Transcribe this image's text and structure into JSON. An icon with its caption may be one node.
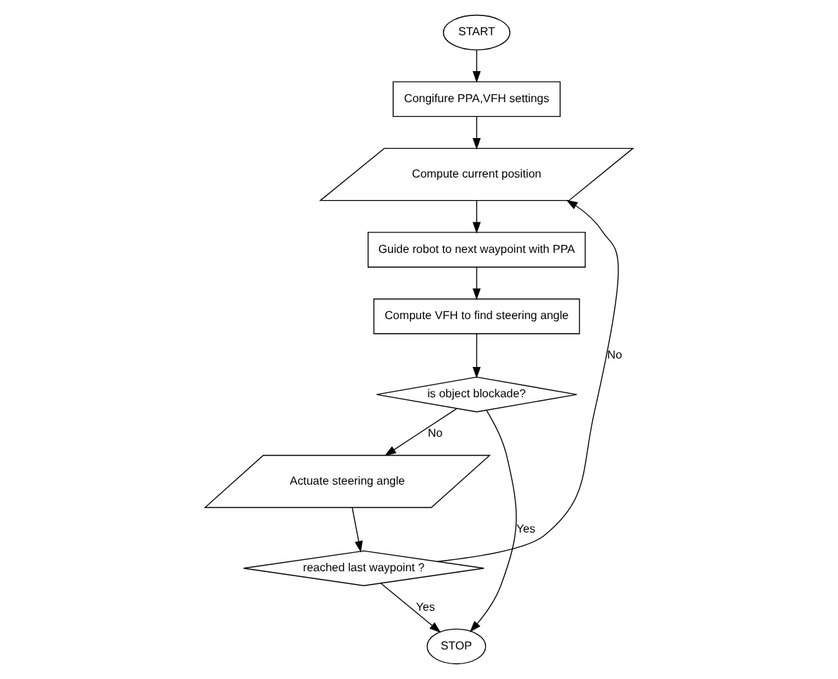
{
  "diagram": {
    "nodes": [
      {
        "text": [
          "START"
        ]
      },
      {
        "text": [
          "Congifure PPA,VFH settings"
        ]
      },
      {
        "text": [
          "Compute current position"
        ]
      },
      {
        "text": [
          "Guide robot to next waypoint with PPA"
        ]
      },
      {
        "text": [
          "Compute VFH to find steering angle"
        ]
      },
      {
        "text": [
          "is object blockade?"
        ]
      },
      {
        "text": [
          "Actuate steering angle"
        ]
      },
      {
        "text": [
          "reached last waypoint ?"
        ]
      },
      {
        "text": [
          "STOP"
        ]
      }
    ],
    "edges": [
      {
        "from": 0,
        "to": 1,
        "arrow": "to"
      },
      {
        "from": 1,
        "to": 2,
        "arrow": "to"
      },
      {
        "from": 2,
        "to": 3,
        "arrow": "to"
      },
      {
        "from": 3,
        "to": 4,
        "arrow": "to"
      },
      {
        "from": 4,
        "to": 5,
        "arrow": "to"
      },
      {
        "from": 5,
        "to": 6,
        "label": "No",
        "arrow": "to"
      },
      {
        "from": 5,
        "to": 8,
        "label": "Yes",
        "arrow": "to"
      },
      {
        "from": 6,
        "to": 7,
        "arrow": "to"
      },
      {
        "from": 7,
        "to": 8,
        "label": "Yes",
        "arrow": "to"
      },
      {
        "from": 7,
        "to": 2,
        "label": "No",
        "arrow": "to"
      }
    ]
  }
}
